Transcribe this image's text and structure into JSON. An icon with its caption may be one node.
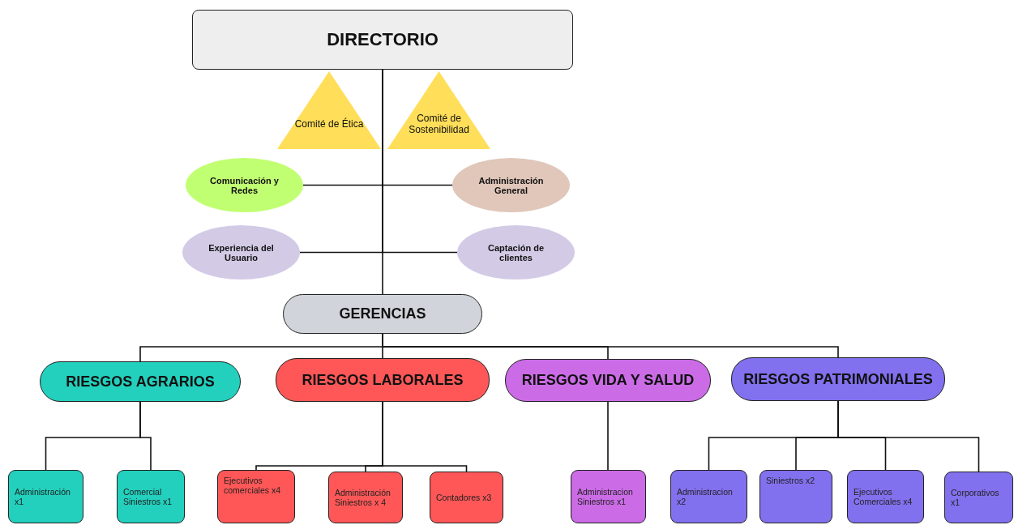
{
  "diagram": {
    "nodes": [
      {
        "text": [
          "DIRECTORIO"
        ]
      },
      {
        "text": [
          "Comité de Ética"
        ]
      },
      {
        "text": [
          "Comité de Sostenibilidad"
        ]
      },
      {
        "text": [
          "Comunicación y Redes"
        ]
      },
      {
        "text": [
          "Administración General"
        ]
      },
      {
        "text": [
          "Experiencia del Usuario"
        ]
      },
      {
        "text": [
          "Captación de clientes"
        ]
      },
      {
        "text": [
          "GERENCIAS"
        ]
      },
      {
        "text": [
          "RIESGOS AGRARIOS"
        ]
      },
      {
        "text": [
          "RIESGOS LABORALES"
        ]
      },
      {
        "text": [
          "RIESGOS VIDA Y SALUD"
        ]
      },
      {
        "text": [
          "RIESGOS PATRIMONIALES"
        ]
      },
      {
        "text": [
          "Administración x1"
        ]
      },
      {
        "text": [
          "Comercial Siniestros x1"
        ]
      },
      {
        "text": [
          "Ejecutivos comerciales x4"
        ]
      },
      {
        "text": [
          "Administración Siniestros x 4"
        ]
      },
      {
        "text": [
          "Contadores x3"
        ]
      },
      {
        "text": [
          "Administracion Siniestros x1"
        ]
      },
      {
        "text": [
          "Administracion x2"
        ]
      },
      {
        "text": [
          "Siniestros x2"
        ]
      },
      {
        "text": [
          "Ejecutivos Comerciales x4"
        ]
      },
      {
        "text": [
          "Corporativos x1"
        ]
      }
    ],
    "edges": [
      {
        "from": 0,
        "to": 7,
        "arrow": "none"
      },
      {
        "from": 0,
        "to": 3,
        "arrow": "none"
      },
      {
        "from": 0,
        "to": 4,
        "arrow": "none"
      },
      {
        "from": 0,
        "to": 5,
        "arrow": "none"
      },
      {
        "from": 0,
        "to": 6,
        "arrow": "none"
      },
      {
        "from": 7,
        "to": 8,
        "arrow": "none"
      },
      {
        "from": 7,
        "to": 9,
        "arrow": "none"
      },
      {
        "from": 7,
        "to": 10,
        "arrow": "none"
      },
      {
        "from": 7,
        "to": 11,
        "arrow": "none"
      },
      {
        "from": 8,
        "to": 12,
        "arrow": "none"
      },
      {
        "from": 8,
        "to": 13,
        "arrow": "none"
      },
      {
        "from": 9,
        "to": 14,
        "arrow": "none"
      },
      {
        "from": 9,
        "to": 15,
        "arrow": "none"
      },
      {
        "from": 9,
        "to": 16,
        "arrow": "none"
      },
      {
        "from": 10,
        "to": 17,
        "arrow": "none"
      },
      {
        "from": 11,
        "to": 18,
        "arrow": "none"
      },
      {
        "from": 11,
        "to": 19,
        "arrow": "none"
      },
      {
        "from": 11,
        "to": 20,
        "arrow": "none"
      },
      {
        "from": 11,
        "to": 21,
        "arrow": "none"
      }
    ]
  }
}
